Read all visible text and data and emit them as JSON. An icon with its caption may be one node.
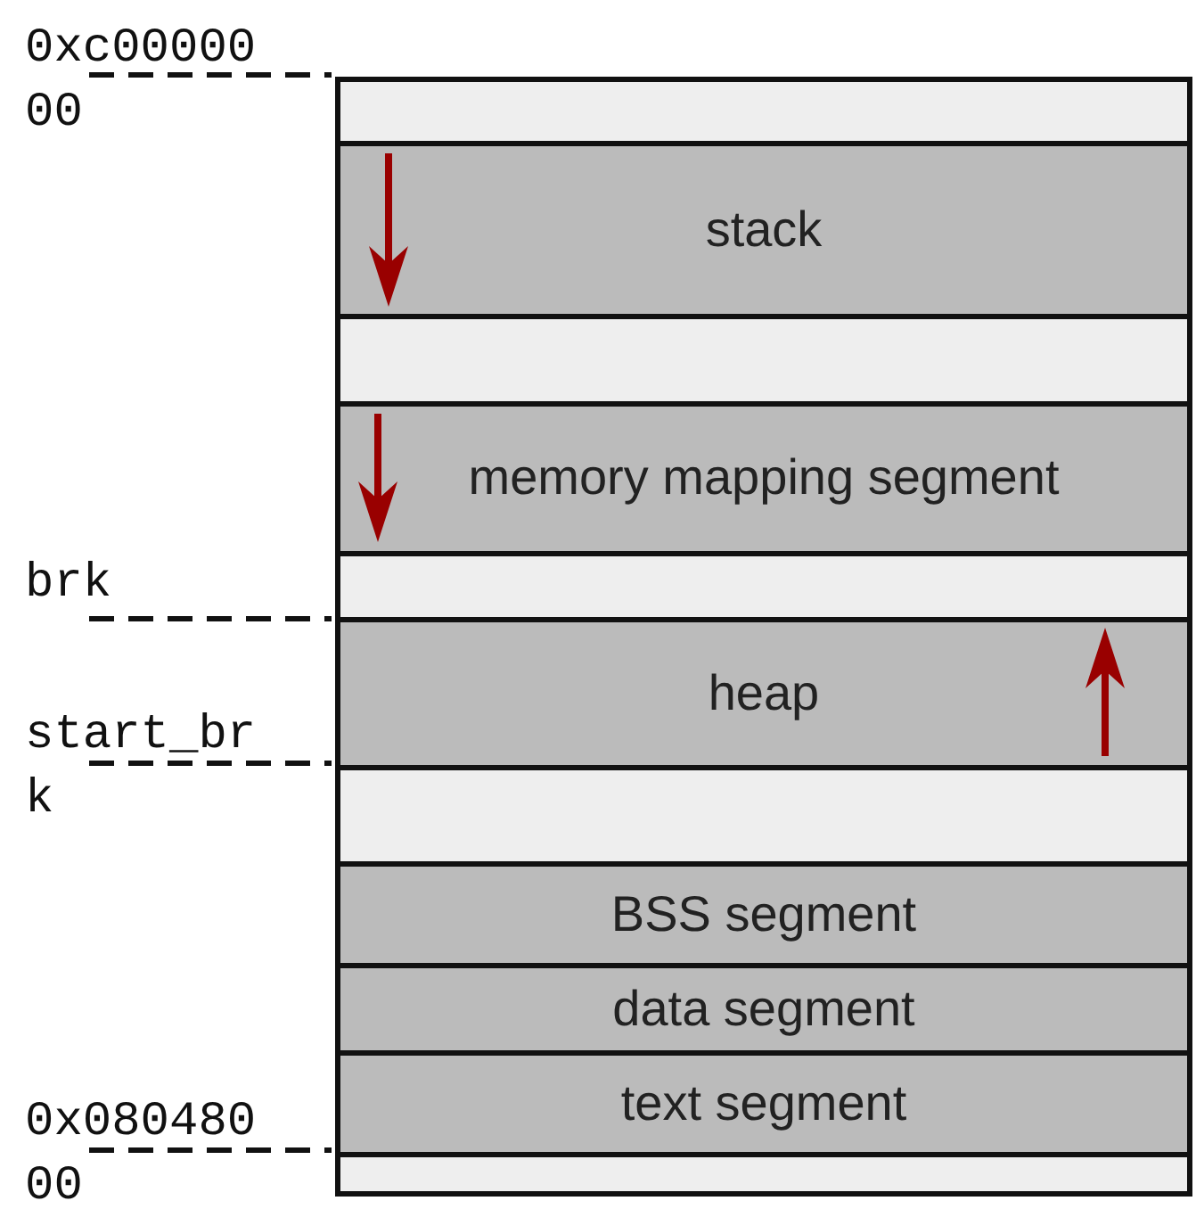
{
  "diagram": {
    "nodes": [
      {
        "text": [],
        "shape": "box"
      },
      {
        "text": [
          "stack"
        ]
      },
      {
        "text": [],
        "shape": "box"
      },
      {
        "text": [
          "memory mapping segment"
        ]
      },
      {
        "text": [],
        "shape": "box"
      },
      {
        "text": [
          "heap"
        ]
      },
      {
        "text": [],
        "shape": "box"
      },
      {
        "text": [
          "BSS segment"
        ]
      },
      {
        "text": [
          "data segment"
        ]
      },
      {
        "text": [
          "text segment"
        ]
      },
      {
        "text": [],
        "shape": "box"
      }
    ],
    "labels": [
      "0xc0000000",
      "brk",
      "start_brk",
      "0x08048000"
    ]
  }
}
